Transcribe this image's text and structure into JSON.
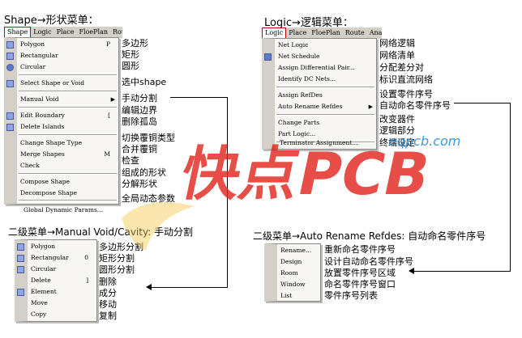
{
  "shape": {
    "title": "Shape→形状菜单：",
    "menubar": [
      "Shape",
      "Logic",
      "Place",
      "FloePlan",
      "Rou"
    ],
    "items": [
      {
        "label": "Polygon",
        "shortcut": "P",
        "desc": "多边形"
      },
      {
        "label": "Rectangular",
        "shortcut": "",
        "desc": "矩形"
      },
      {
        "label": "Circular",
        "shortcut": "",
        "desc": "圆形"
      },
      {
        "label": "Select Shape or Void",
        "shortcut": "",
        "desc": "选中shape"
      },
      {
        "label": "Manual Void",
        "shortcut": "",
        "desc": "手动分割"
      },
      {
        "label": "Edit Boundary",
        "shortcut": "[",
        "desc": "编辑边界"
      },
      {
        "label": "Delete Islands",
        "shortcut": "",
        "desc": "删除孤岛"
      },
      {
        "label": "Change Shape Type",
        "shortcut": "",
        "desc": "切换覆铜类型"
      },
      {
        "label": "Merge Shapes",
        "shortcut": "M",
        "desc": "合并覆铜"
      },
      {
        "label": "Check",
        "shortcut": "",
        "desc": "检查"
      },
      {
        "label": "Compose Shape",
        "shortcut": "",
        "desc": "组成的形状"
      },
      {
        "label": "Decompose Shape",
        "shortcut": "",
        "desc": "分解形状"
      },
      {
        "label": "Global Dynamic Params...",
        "shortcut": "",
        "desc": "全局动态参数"
      }
    ]
  },
  "logic": {
    "title": "Logic→逻辑菜单：",
    "menubar": [
      "Logic",
      "Place",
      "FloePlan",
      "Route",
      "Analy"
    ],
    "items": [
      {
        "label": "Net Logic",
        "desc": "网络逻辑"
      },
      {
        "label": "Net Schedule",
        "desc": "网络清单"
      },
      {
        "label": "Assign Differential Pair...",
        "desc": "分配差分对"
      },
      {
        "label": "Identify DC Nets...",
        "desc": "标识直流网络"
      },
      {
        "label": "Assign RefDes",
        "desc": "设置零件序号"
      },
      {
        "label": "Auto Rename Refdes",
        "desc": "自动命名零件序号"
      },
      {
        "label": "Change Parts",
        "desc": "改变器件"
      },
      {
        "label": "Part Logic...",
        "desc": "逻辑部分"
      },
      {
        "label": "Terminator Assignment...",
        "desc": "终端设定"
      }
    ]
  },
  "manual_void": {
    "title": "二级菜单→Manual Void/Cavity: 手动分割",
    "items": [
      {
        "label": "Polygon",
        "shortcut": "",
        "desc": "多边形分割"
      },
      {
        "label": "Rectangular",
        "shortcut": "0",
        "desc": "矩形分割"
      },
      {
        "label": "Circular",
        "shortcut": "",
        "desc": "圆形分割"
      },
      {
        "label": "Delete",
        "shortcut": "]",
        "desc": "删除"
      },
      {
        "label": "Element",
        "shortcut": "",
        "desc": "成分"
      },
      {
        "label": "Move",
        "shortcut": "",
        "desc": "移动"
      },
      {
        "label": "Copy",
        "shortcut": "",
        "desc": "复制"
      }
    ]
  },
  "auto_rename": {
    "title": "二级菜单→Auto Rename Refdes: 自动命名零件序号",
    "items": [
      {
        "label": "Rename...",
        "desc": "重新命名零件序号"
      },
      {
        "label": "Design",
        "desc": "设计自动命名零件序号"
      },
      {
        "label": "Room",
        "desc": "放置零件序号区域"
      },
      {
        "label": "Window",
        "desc": "命名零件序号窗口"
      },
      {
        "label": "List",
        "desc": "零件序号列表"
      }
    ]
  },
  "watermark": {
    "main": "快点PCB",
    "sub": "eqpcb.com"
  },
  "colors": {
    "active_border": "#c00000",
    "watermark_red": "#e2231a",
    "watermark_blue": "#1e88d8"
  }
}
